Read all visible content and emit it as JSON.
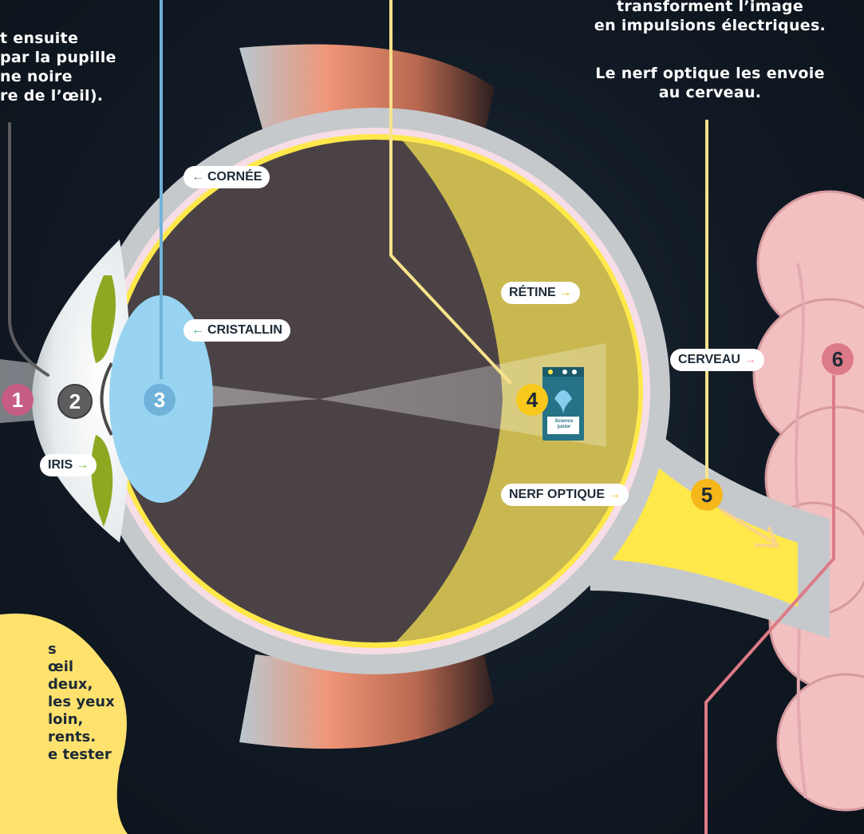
{
  "texts": {
    "top_left": [
      "t ensuite",
      "par la pupille",
      "ne noire",
      "re de l’œil)."
    ],
    "top_right_1": [
      "transforment l’image",
      "en impulsions électriques."
    ],
    "top_right_2": [
      "Le nerf optique les envoie",
      "au cerveau."
    ],
    "note": [
      "s",
      "œil",
      "deux,",
      "les yeux",
      "loin,",
      "rents.",
      "e tester"
    ]
  },
  "labels": {
    "cornee": "CORNÉE",
    "cristallin": "CRISTALLIN",
    "retine": "RÉTINE",
    "iris": "IRIS",
    "nerf_optique": "NERF OPTIQUE",
    "cerveau": "CERVEAU"
  },
  "numbers": [
    "1",
    "2",
    "3",
    "4",
    "5",
    "6"
  ],
  "card_text": "Science junior",
  "colors": {
    "background": "#111a24",
    "sclera": "#c5c9cc",
    "eye_interior": "#4a4244",
    "retina_yellow": "#ffe84a",
    "lens_blue": "#86cdef",
    "iris_green": "#8fa822",
    "brain_pink": "#f2c0c0",
    "badge_pink": "#c75d86",
    "badge_dark": "#5d5d60",
    "badge_blue": "#70b2d9",
    "badge_yellow": "#f8c91c",
    "badge_orange": "#f6b71a",
    "badge_rose": "#dd7a87",
    "arrow_gray": "#8a8a8a",
    "arrow_teal": "#2cb3a0",
    "arrow_orange": "#f7c02b",
    "arrow_green": "#7bc043",
    "arrow_pink": "#ee8fa4"
  }
}
